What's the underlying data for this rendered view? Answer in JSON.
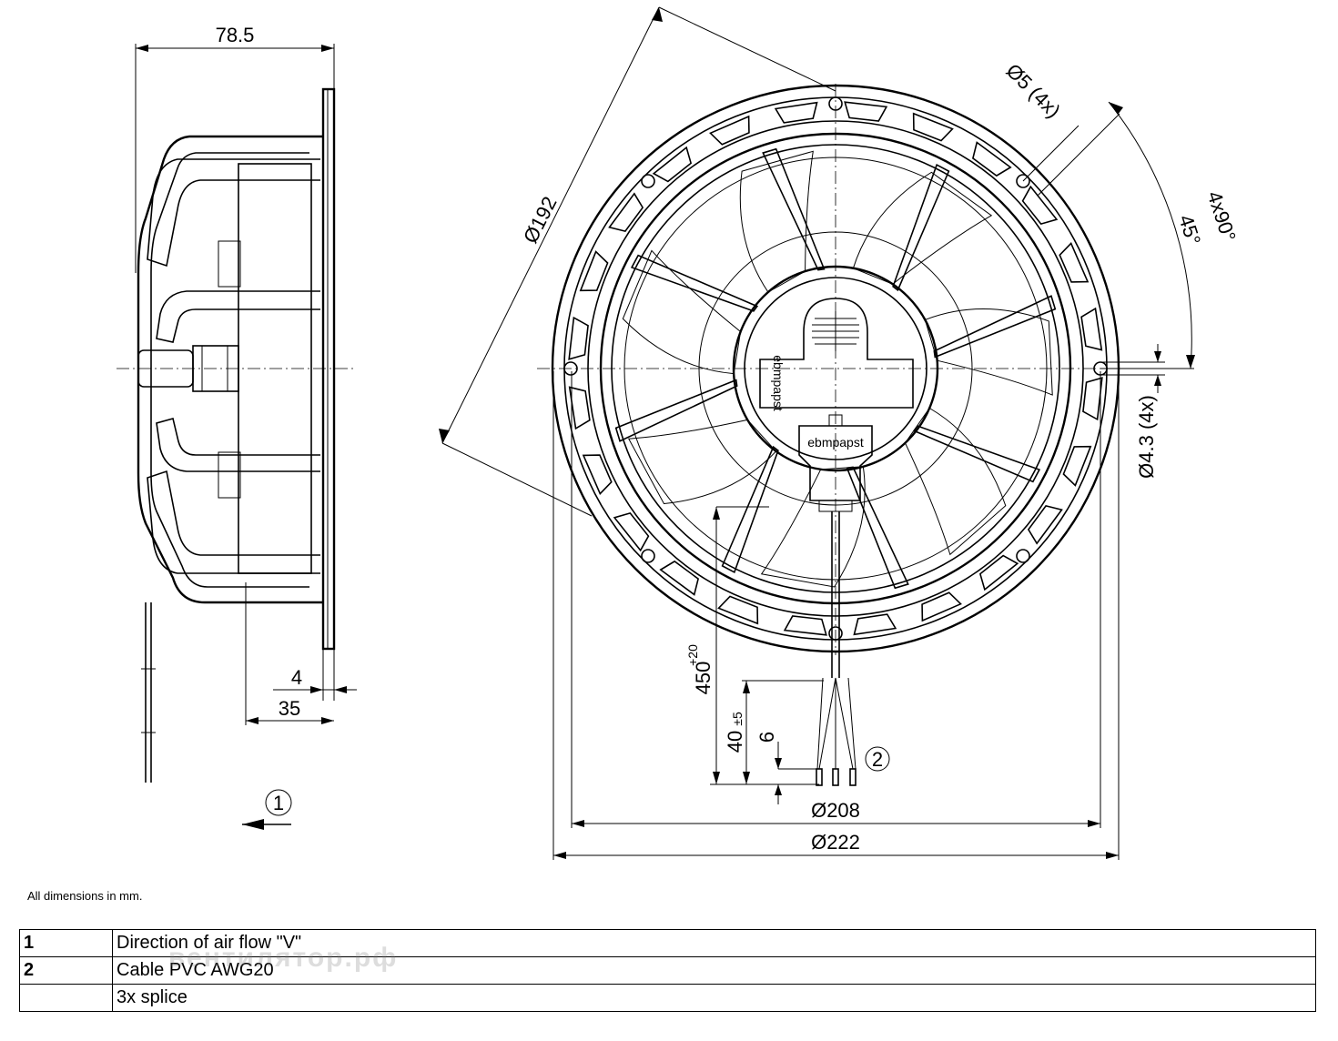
{
  "side_view": {
    "dim_overall_depth": "78.5",
    "dim_flange": "4",
    "dim_hub_depth": "35",
    "airflow_marker": "1"
  },
  "front_view": {
    "dim_diameter_192": "Ø192",
    "dim_hole_5": "Ø5 (4x)",
    "dim_hole_43": "Ø4.3 (4x)",
    "dim_angle_45": "45°",
    "dim_angle_4x90": "4x90°",
    "dim_cable_length": "450",
    "dim_cable_length_tol": "+20",
    "dim_strip_length": "40",
    "dim_strip_tol": "±5",
    "dim_wire_end": "6",
    "dim_diameter_208": "Ø208",
    "dim_diameter_222": "Ø222",
    "cable_marker": "2",
    "brand_label_hub": "ebmpapst",
    "brand_label_connector": "ebmpapst"
  },
  "note": "All dimensions in mm.",
  "legend": [
    {
      "number": "1",
      "text": "Direction of air flow \"V\""
    },
    {
      "number": "2",
      "text": "Cable PVC AWG20"
    },
    {
      "number": "",
      "text": "3x splice"
    }
  ],
  "watermark": "вентилятор.рф"
}
